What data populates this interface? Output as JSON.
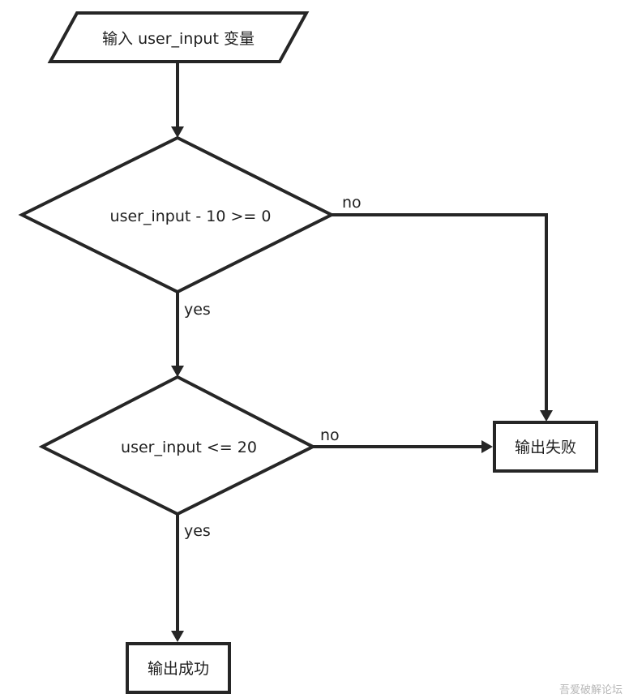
{
  "nodes": {
    "input": "输入 user_input 变量",
    "cond1": "user_input - 10 >= 0",
    "cond2": "user_input <= 20",
    "fail": "输出失败",
    "success": "输出成功"
  },
  "edges": {
    "cond1_no": "no",
    "cond1_yes": "yes",
    "cond2_no": "no",
    "cond2_yes": "yes"
  },
  "watermark": "吾爱破解论坛"
}
